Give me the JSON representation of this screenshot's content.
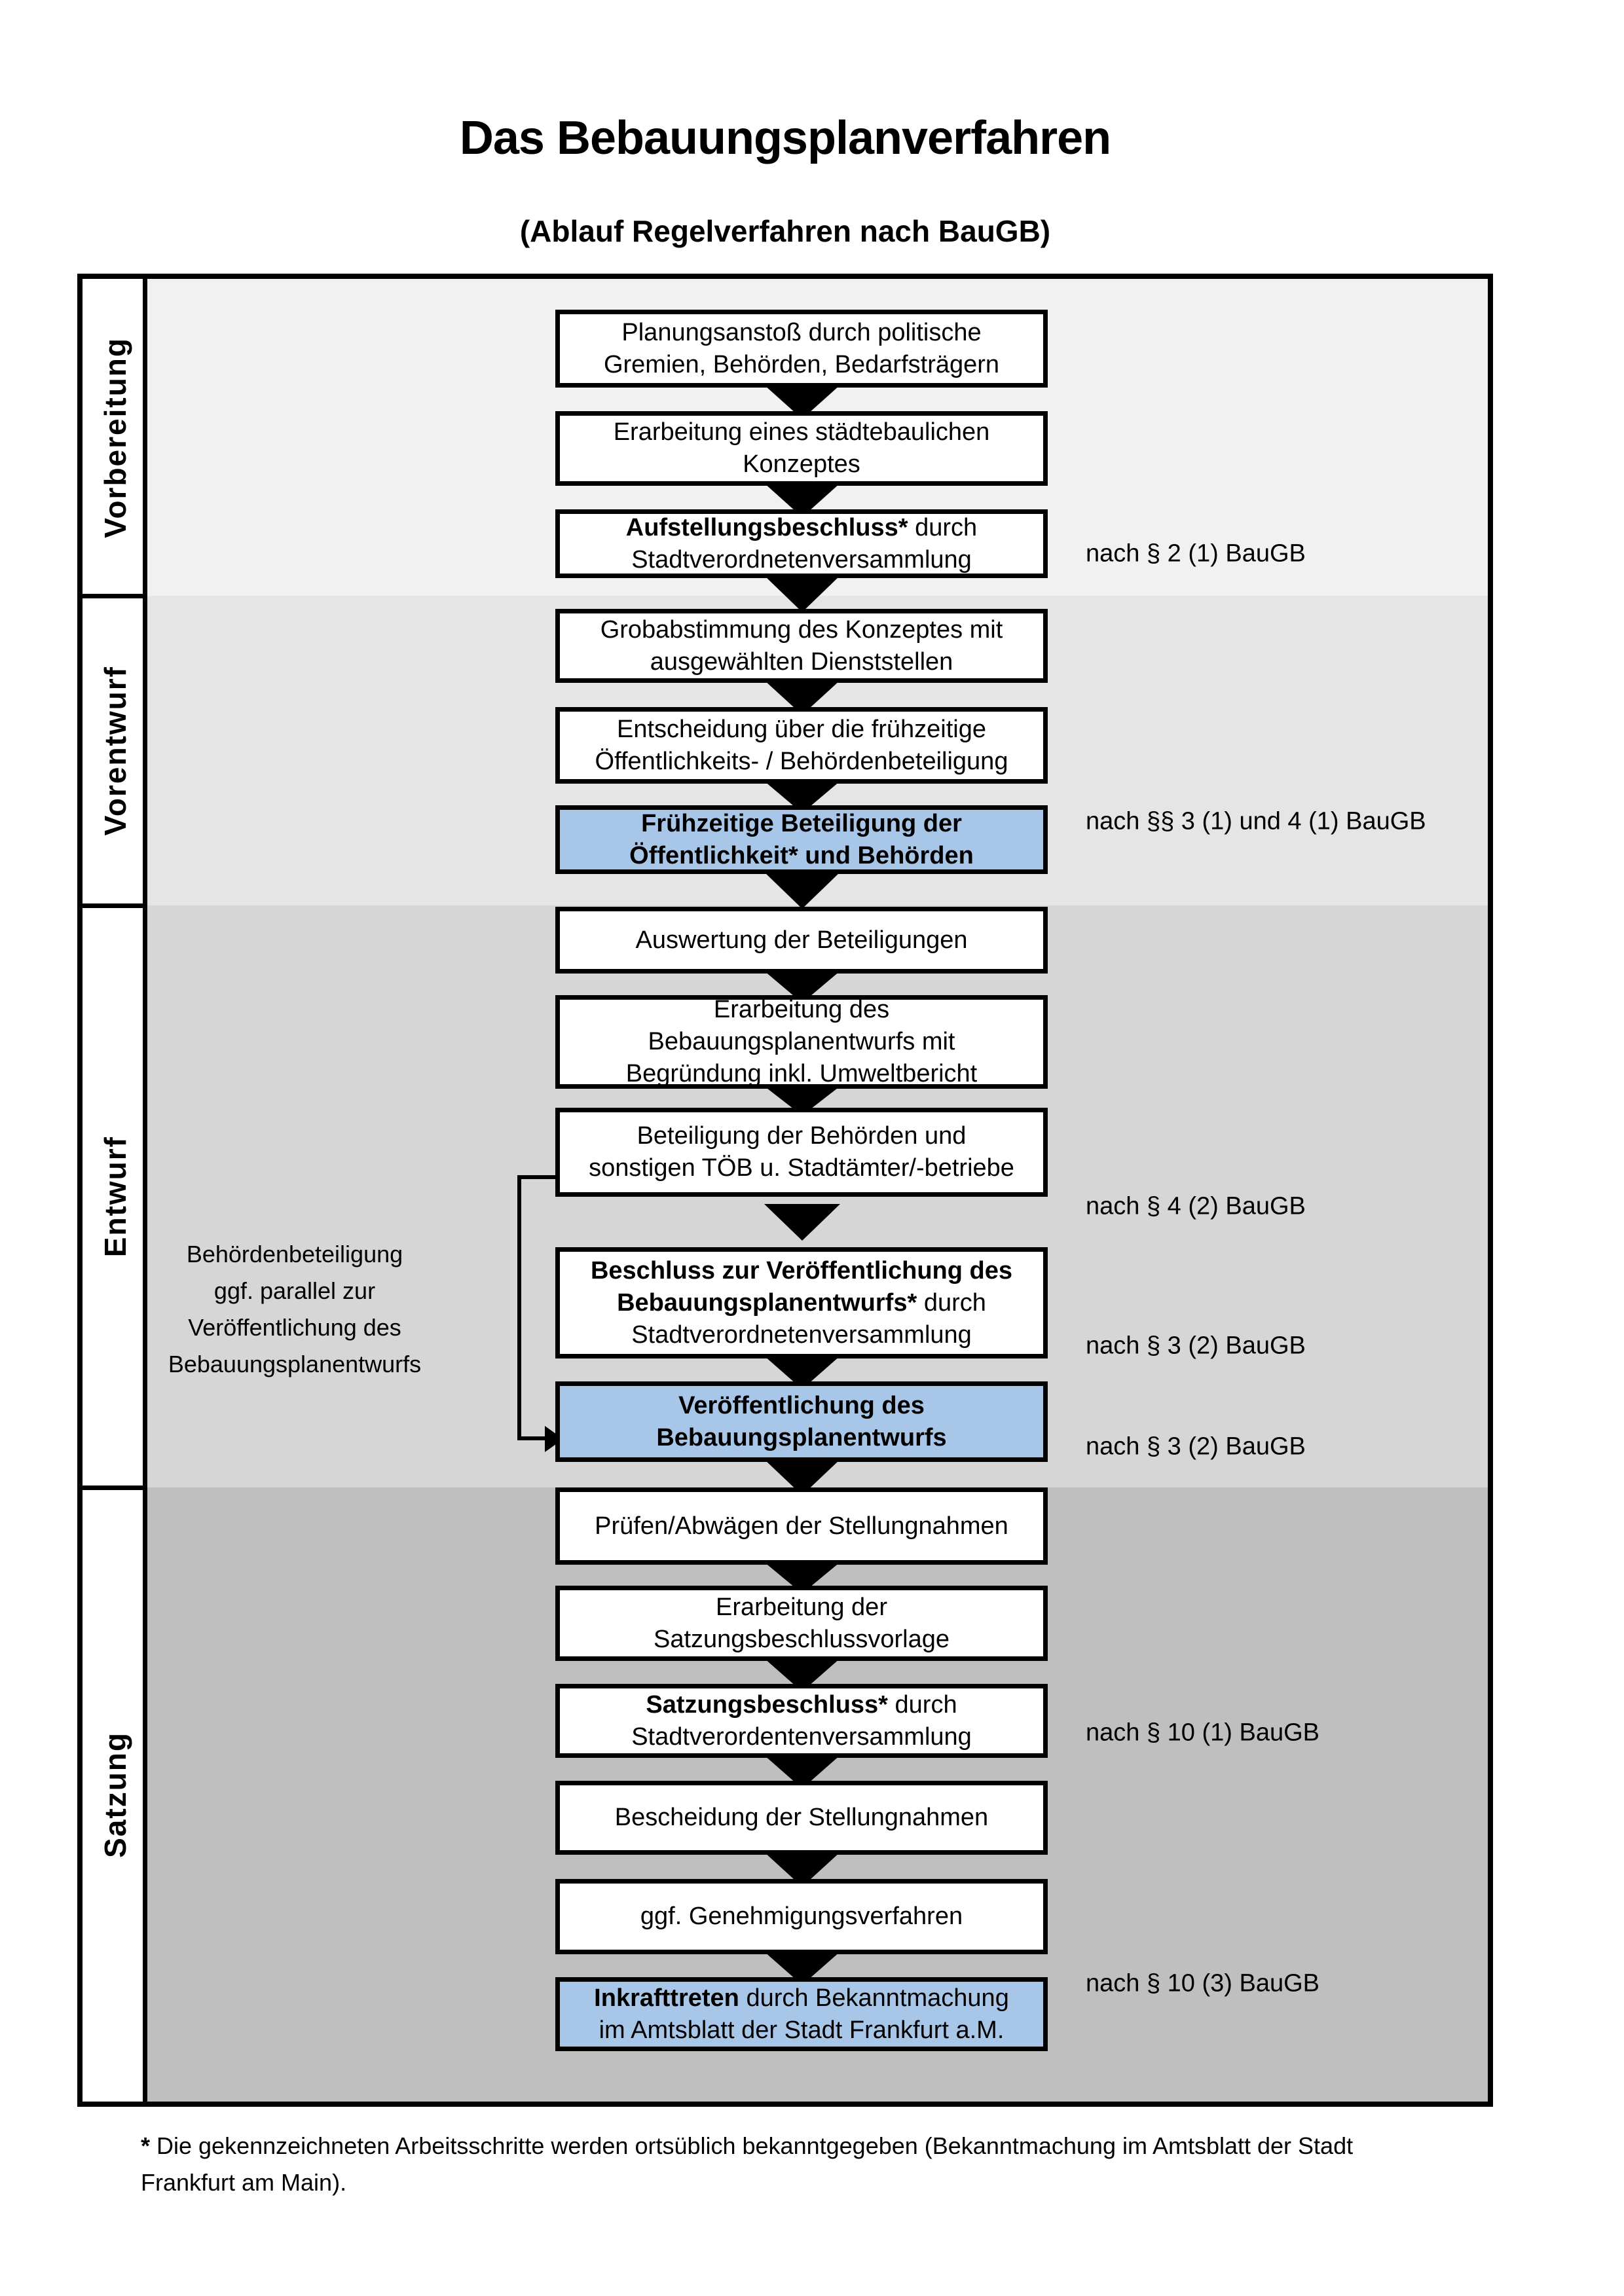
{
  "page": {
    "title": "Das Bebauungsplanverfahren",
    "subtitle": "(Ablauf Regelverfahren nach BauGB)",
    "footnote": {
      "star": "*",
      "line1": " Die gekennzeichneten Arbeitsschritte werden ortsüblich bekanntgegeben (Bekanntmachung im Amtsblatt  der Stadt",
      "line2": "Frankfurt am Main)."
    }
  },
  "colors": {
    "highlight_blue": "#a8c7e8",
    "band_vorbereitung": "#f1f1f1",
    "band_vorentwurf": "#e5e5e5",
    "band_entwurf": "#d6d6d6",
    "band_satzung": "#bfbfbf",
    "box_border": "#000000"
  },
  "phases": [
    {
      "label": "Vorbereitung"
    },
    {
      "label": "Vorentwurf"
    },
    {
      "label": "Entwurf"
    },
    {
      "label": "Satzung"
    }
  ],
  "side_note": {
    "lines": [
      "Behördenbeteiligung",
      "ggf. parallel zur",
      "Veröffentlichung des",
      "Bebauungsplanentwurfs"
    ]
  },
  "flow": {
    "boxes": [
      {
        "name": "planungsanstoss",
        "highlight": false,
        "lines": [
          [
            {
              "t": "Planungsanstoß durch politische",
              "b": false
            }
          ],
          [
            {
              "t": "Gremien, Behörden, Bedarfsträgern",
              "b": false
            }
          ]
        ]
      },
      {
        "name": "staedtebauliches-konzept",
        "highlight": false,
        "lines": [
          [
            {
              "t": "Erarbeitung eines städtebaulichen",
              "b": false
            }
          ],
          [
            {
              "t": "Konzeptes",
              "b": false
            }
          ]
        ]
      },
      {
        "name": "aufstellungsbeschluss",
        "highlight": false,
        "ref": "nach § 2 (1) BauGB",
        "lines": [
          [
            {
              "t": "Aufstellungsbeschluss*",
              "b": true
            },
            {
              "t": " durch",
              "b": false
            }
          ],
          [
            {
              "t": "Stadtverordnetenversammlung",
              "b": false
            }
          ]
        ]
      },
      {
        "name": "grobabstimmung",
        "highlight": false,
        "lines": [
          [
            {
              "t": "Grobabstimmung des Konzeptes mit",
              "b": false
            }
          ],
          [
            {
              "t": "ausgewählten Dienststellen",
              "b": false
            }
          ]
        ]
      },
      {
        "name": "entscheidung-beteiligung",
        "highlight": false,
        "lines": [
          [
            {
              "t": "Entscheidung über die frühzeitige",
              "b": false
            }
          ],
          [
            {
              "t": "Öffentlichkeits- / Behördenbeteiligung",
              "b": false
            }
          ]
        ]
      },
      {
        "name": "fruehzeitige-beteiligung",
        "highlight": true,
        "ref": "nach §§ 3 (1) und 4 (1) BauGB",
        "lines": [
          [
            {
              "t": "Frühzeitige Beteiligung der",
              "b": true
            }
          ],
          [
            {
              "t": "Öffentlichkeit* und Behörden",
              "b": true
            }
          ]
        ]
      },
      {
        "name": "auswertung-beteiligungen",
        "highlight": false,
        "lines": [
          [
            {
              "t": "Auswertung der Beteiligungen",
              "b": false
            }
          ]
        ]
      },
      {
        "name": "erarbeitung-bebauungsplanentwurf",
        "highlight": false,
        "lines": [
          [
            {
              "t": "Erarbeitung des",
              "b": false
            }
          ],
          [
            {
              "t": "Bebauungsplanentwurfs mit",
              "b": false
            }
          ],
          [
            {
              "t": "Begründung inkl. Umweltbericht",
              "b": false
            }
          ]
        ]
      },
      {
        "name": "behoerdenbeteiligung",
        "highlight": false,
        "ref": "nach § 4 (2) BauGB",
        "lines": [
          [
            {
              "t": "Beteiligung der Behörden und",
              "b": false
            }
          ],
          [
            {
              "t": "sonstigen TÖB u. Stadtämter/-betriebe",
              "b": false
            }
          ]
        ]
      },
      {
        "name": "veroeffentlichungsbeschluss",
        "highlight": false,
        "ref": "nach § 3 (2) BauGB",
        "lines": [
          [
            {
              "t": "Beschluss zur Veröffentlichung des",
              "b": true
            }
          ],
          [
            {
              "t": "Bebauungsplanentwurfs*",
              "b": true
            },
            {
              "t": " durch",
              "b": false
            }
          ],
          [
            {
              "t": "Stadtverordnetenversammlung",
              "b": false
            }
          ]
        ]
      },
      {
        "name": "veroeffentlichung-entwurf",
        "highlight": true,
        "ref": "nach § 3 (2) BauGB",
        "lines": [
          [
            {
              "t": "Veröffentlichung des",
              "b": true
            }
          ],
          [
            {
              "t": "Bebauungsplanentwurfs",
              "b": true
            }
          ]
        ]
      },
      {
        "name": "pruefen-abwaegen",
        "highlight": false,
        "lines": [
          [
            {
              "t": "Prüfen/Abwägen der Stellungnahmen",
              "b": false
            }
          ]
        ]
      },
      {
        "name": "satzungsbeschlussvorlage",
        "highlight": false,
        "lines": [
          [
            {
              "t": "Erarbeitung der",
              "b": false
            }
          ],
          [
            {
              "t": "Satzungsbeschlussvorlage",
              "b": false
            }
          ]
        ]
      },
      {
        "name": "satzungsbeschluss",
        "highlight": false,
        "ref": "nach § 10 (1) BauGB",
        "lines": [
          [
            {
              "t": "Satzungsbeschluss*",
              "b": true
            },
            {
              "t": " durch",
              "b": false
            }
          ],
          [
            {
              "t": "Stadtverordentenversammlung",
              "b": false
            }
          ]
        ]
      },
      {
        "name": "bescheidung-stellungnahmen",
        "highlight": false,
        "lines": [
          [
            {
              "t": "Bescheidung der Stellungnahmen",
              "b": false
            }
          ]
        ]
      },
      {
        "name": "genehmigungsverfahren",
        "highlight": false,
        "lines": [
          [
            {
              "t": "ggf. Genehmigungsverfahren",
              "b": false
            }
          ]
        ]
      },
      {
        "name": "inkrafttreten",
        "highlight": true,
        "ref": "nach § 10 (3) BauGB",
        "lines": [
          [
            {
              "t": "Inkrafttreten",
              "b": true
            },
            {
              "t": " durch Bekanntmachung",
              "b": false
            }
          ],
          [
            {
              "t": "im Amtsblatt der Stadt Frankfurt a.M.",
              "b": false
            }
          ]
        ]
      }
    ]
  }
}
